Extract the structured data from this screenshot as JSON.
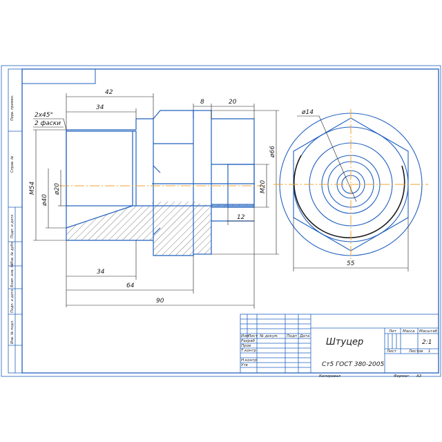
{
  "colors": {
    "outline": "#1f5fbf",
    "dim": "#1a1a1a",
    "axis": "#f0a030",
    "hatch": "#444444",
    "frame": "#1f5fbf"
  },
  "dimensions": {
    "d42": "42",
    "d34_top": "34",
    "d8": "8",
    "d20": "20",
    "d2x45": "2x45°",
    "fasks": "2 фаски",
    "m54": "M54",
    "d40": "ø40",
    "d20dia": "ø20",
    "d66": "ø66",
    "m20": "M20",
    "d12": "12",
    "d34_bot": "34",
    "d64": "64",
    "d90": "90",
    "d14": "ø14",
    "d55": "55"
  },
  "title_block": {
    "name": "Штуцер",
    "material": "Ст5 ГОСТ 380-2005",
    "headers": [
      "Изм",
      "Лист",
      "№ докум.",
      "Подп",
      "Дата"
    ],
    "roles": [
      "Разраб",
      "Пров",
      "Т.контр",
      "Н.контр",
      "Утв"
    ],
    "lit_label": "Лит",
    "mass_label": "Масса",
    "scale_label": "Масштаб",
    "scale_value": "2:1",
    "sheet_label": "Лист",
    "sheets_label": "Листов",
    "sheets_value": "1",
    "copied": "Копировал",
    "format_label": "Формат",
    "format_value": "А3"
  },
  "side_strip": [
    "Перв. примен.",
    "Справ. №",
    "Подп. и дата",
    "Инв. № дубл.",
    "Взам. инв. №",
    "Подп. и дата",
    "Инв. № подл."
  ]
}
